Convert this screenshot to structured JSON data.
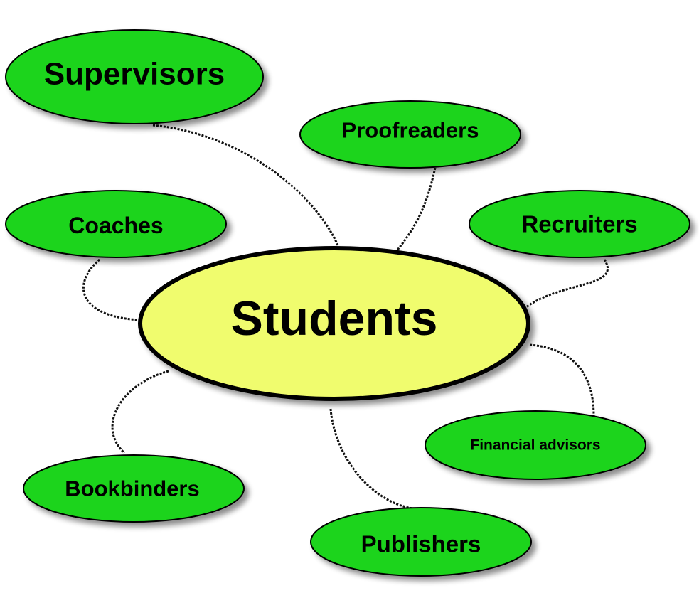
{
  "diagram": {
    "center": {
      "label": "Students"
    },
    "nodes": [
      {
        "label": "Supervisors"
      },
      {
        "label": "Proofreaders"
      },
      {
        "label": "Coaches"
      },
      {
        "label": "Recruiters"
      },
      {
        "label": "Financial advisors"
      },
      {
        "label": "Bookbinders"
      },
      {
        "label": "Publishers"
      }
    ]
  },
  "colors": {
    "node": "#1ed41e",
    "center": "#f0fc6e",
    "outline": "#000000"
  }
}
